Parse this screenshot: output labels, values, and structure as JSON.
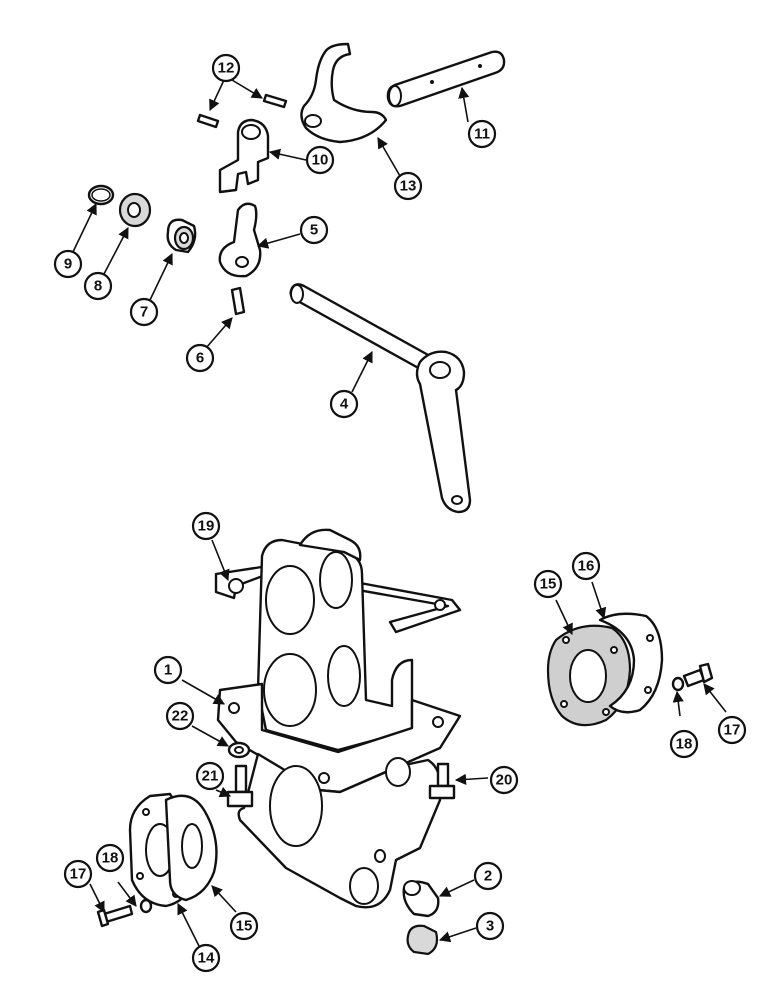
{
  "diagram": {
    "callouts": [
      {
        "id": "c1",
        "label": "1"
      },
      {
        "id": "c2",
        "label": "2"
      },
      {
        "id": "c3",
        "label": "3"
      },
      {
        "id": "c4",
        "label": "4"
      },
      {
        "id": "c5",
        "label": "5"
      },
      {
        "id": "c6",
        "label": "6"
      },
      {
        "id": "c7",
        "label": "7"
      },
      {
        "id": "c8",
        "label": "8"
      },
      {
        "id": "c9",
        "label": "9"
      },
      {
        "id": "c10",
        "label": "10"
      },
      {
        "id": "c11",
        "label": "11"
      },
      {
        "id": "c12",
        "label": "12"
      },
      {
        "id": "c13",
        "label": "13"
      },
      {
        "id": "c14",
        "label": "14"
      },
      {
        "id": "c15a",
        "label": "15"
      },
      {
        "id": "c15b",
        "label": "15"
      },
      {
        "id": "c16",
        "label": "16"
      },
      {
        "id": "c17a",
        "label": "17"
      },
      {
        "id": "c17b",
        "label": "17"
      },
      {
        "id": "c18a",
        "label": "18"
      },
      {
        "id": "c18b",
        "label": "18"
      },
      {
        "id": "c19",
        "label": "19"
      },
      {
        "id": "c20",
        "label": "20"
      },
      {
        "id": "c21",
        "label": "21"
      },
      {
        "id": "c22",
        "label": "22"
      }
    ]
  }
}
